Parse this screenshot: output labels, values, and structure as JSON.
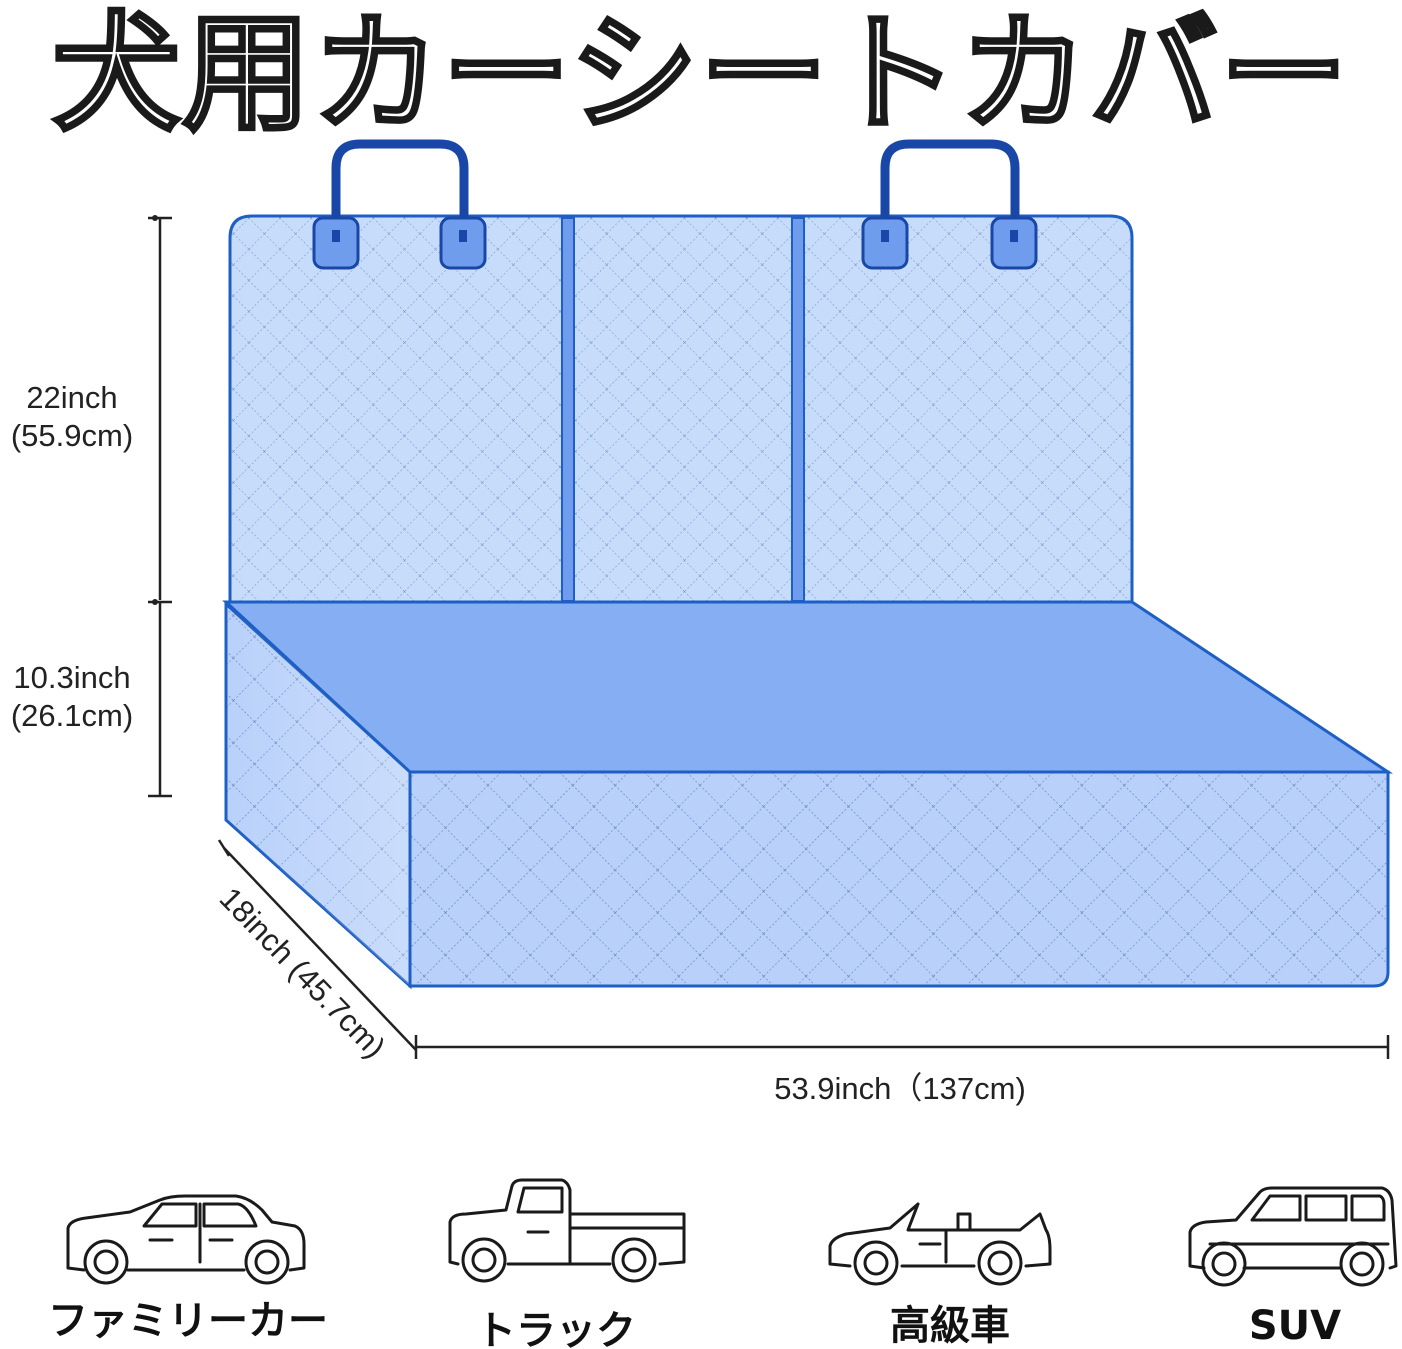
{
  "title": "犬用カーシートカバー",
  "dimensions": {
    "back_height": [
      "22inch",
      "(55.9cm)"
    ],
    "seat_height": [
      "10.3inch",
      "(26.1cm)"
    ],
    "depth": "18inch (45.7cm)",
    "width": "53.9inch（137cm)"
  },
  "colors": {
    "cover_light": "#c7dcfb",
    "seat_top": "#86aef3",
    "outline": "#1d5fc4",
    "handle": "#1847a8",
    "tab": "#6f9cec"
  },
  "vehicles": [
    {
      "icon": "family-car-icon",
      "label": "ファミリーカー"
    },
    {
      "icon": "pickup-truck-icon",
      "label": "トラック"
    },
    {
      "icon": "convertible-car-icon",
      "label": "高級車"
    },
    {
      "icon": "suv-icon",
      "label": "SUV"
    }
  ]
}
